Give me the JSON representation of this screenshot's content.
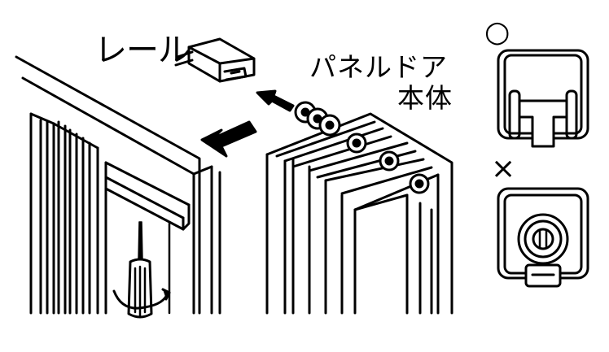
{
  "labels": {
    "rail": "レール",
    "panel_door_line1": "パネルドア",
    "panel_door_line2": "本体",
    "correct_mark": "○",
    "wrong_mark": "×"
  },
  "colors": {
    "ink": "#000000",
    "paper": "#ffffff"
  },
  "icons": [
    "rail-icon",
    "arrow-icon",
    "screwdriver-icon",
    "rotation-arrow-icon",
    "roller-icon",
    "hanger-correct-icon",
    "hanger-wrong-icon"
  ]
}
